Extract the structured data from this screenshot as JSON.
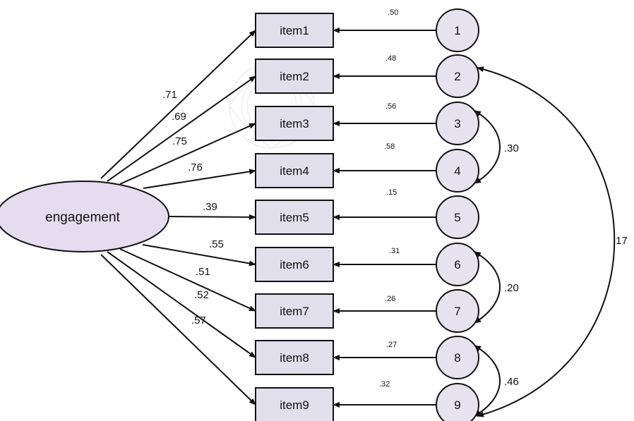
{
  "colors": {
    "latent_fill": "#e6dcf0",
    "item_fill": "#e2dfec",
    "error_fill": "#e6e2f0",
    "stroke": "#111111",
    "watermark": "#d9d9d9"
  },
  "latent": {
    "label": "engagement"
  },
  "items": [
    {
      "label": "item1",
      "loading": ".71",
      "r2": ".50",
      "error": "1"
    },
    {
      "label": "item2",
      "loading": ".69",
      "r2": ".48",
      "error": "2"
    },
    {
      "label": "item3",
      "loading": ".75",
      "r2": ".56",
      "error": "3"
    },
    {
      "label": "item4",
      "loading": ".76",
      "r2": ".58",
      "error": "4"
    },
    {
      "label": "item5",
      "loading": ".39",
      "r2": ".15",
      "error": "5"
    },
    {
      "label": "item6",
      "loading": ".55",
      "r2": ".31",
      "error": "6"
    },
    {
      "label": "item7",
      "loading": ".51",
      "r2": ".26",
      "error": "7"
    },
    {
      "label": "item8",
      "loading": ".52",
      "r2": ".27",
      "error": "8"
    },
    {
      "label": "item9",
      "loading": ".57",
      "r2": ".32",
      "error": "9"
    }
  ],
  "covariances": [
    {
      "from": "3",
      "to": "4",
      "value": ".30"
    },
    {
      "from": "6",
      "to": "7",
      "value": ".20"
    },
    {
      "from": "8",
      "to": "9",
      "value": ".46"
    },
    {
      "from": "2",
      "to": "9",
      "value": ".17"
    }
  ]
}
